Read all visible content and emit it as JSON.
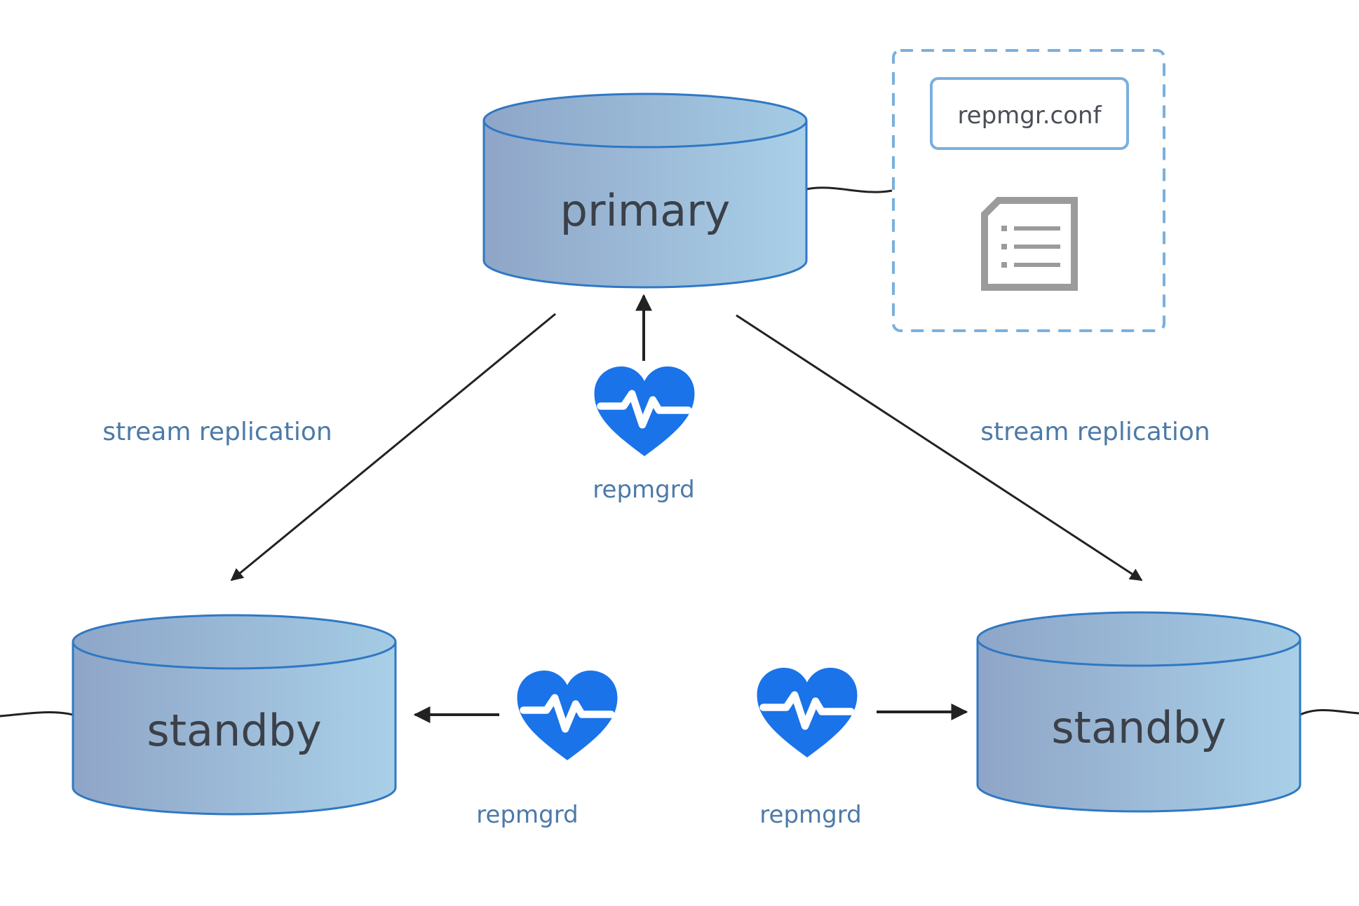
{
  "nodes": {
    "primary": {
      "label": "primary"
    },
    "standby_left": {
      "label": "standby"
    },
    "standby_right": {
      "label": "standby"
    }
  },
  "edges": {
    "replication_left": {
      "label": "stream replication"
    },
    "replication_right": {
      "label": "stream replication"
    }
  },
  "monitors": {
    "primary": {
      "label": "repmgrd",
      "icon": "heartbeat-icon"
    },
    "standby_left": {
      "label": "repmgrd",
      "icon": "heartbeat-icon"
    },
    "standby_right": {
      "label": "repmgrd",
      "icon": "heartbeat-icon"
    }
  },
  "config": {
    "filename": "repmgr.conf",
    "icon": "document-icon"
  },
  "colors": {
    "cylinder_stroke": "#2f78c4",
    "cylinder_fill_dark": "#8fa5c7",
    "cylinder_fill_light": "#a9d0e8",
    "heart": "#1a73e8",
    "label_blue": "#4c7aa8",
    "arrow": "#222222",
    "dashed_box": "#7ab0dd",
    "doc_icon": "#9b9b9b"
  }
}
